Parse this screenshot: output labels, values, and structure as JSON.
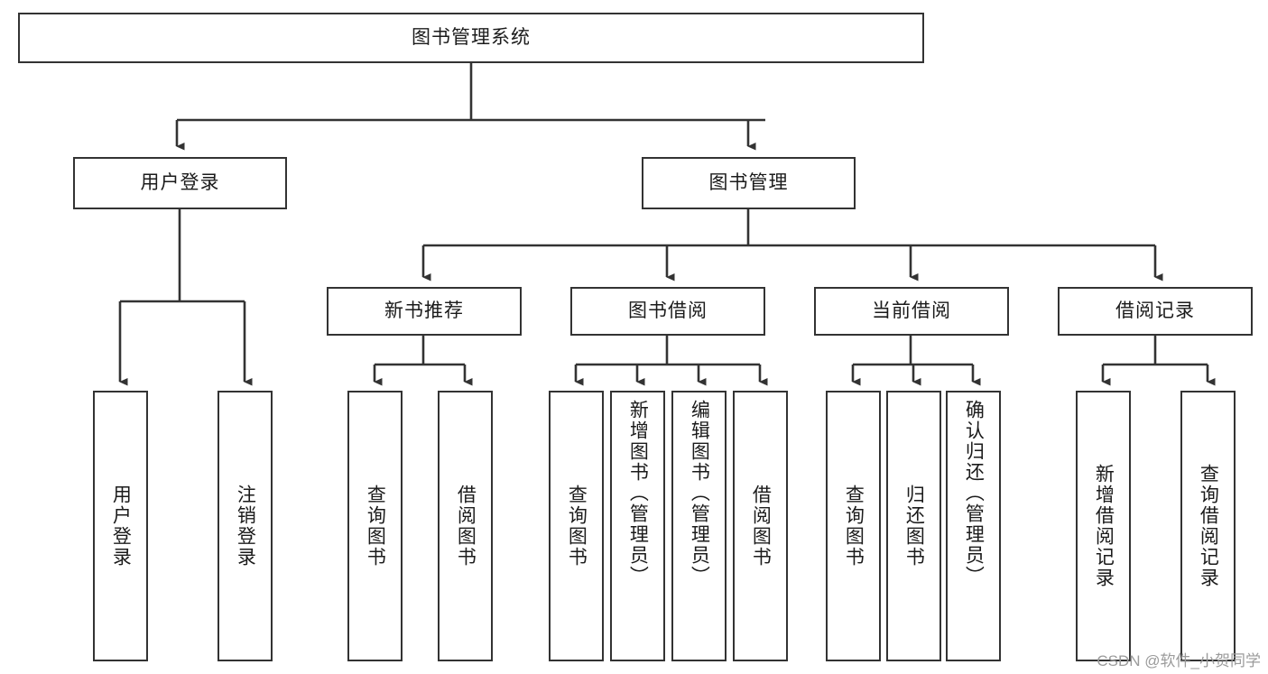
{
  "diagram": {
    "title": "图书管理系统",
    "type": "tree",
    "watermark": "CSDN @软件_小贺同学",
    "colors": {
      "box_border": "#333333",
      "box_fill": "#ffffff",
      "connector": "#333333",
      "text": "#1b1b1b",
      "watermark": "#9b9b9b",
      "background": "#ffffff"
    },
    "root": {
      "label": "图书管理系统"
    },
    "level1": [
      {
        "label": "用户登录"
      },
      {
        "label": "图书管理"
      }
    ],
    "level2": [
      {
        "label": "新书推荐"
      },
      {
        "label": "图书借阅"
      },
      {
        "label": "当前借阅"
      },
      {
        "label": "借阅记录"
      }
    ],
    "leaves": {
      "user_login": [
        {
          "label": "用户登录"
        },
        {
          "label": "注销登录"
        }
      ],
      "new_book_recommend": [
        {
          "label": "查询图书"
        },
        {
          "label": "借阅图书"
        }
      ],
      "book_borrow": [
        {
          "label": "查询图书"
        },
        {
          "label": "新增图书（管理员）"
        },
        {
          "label": "编辑图书（管理员）"
        },
        {
          "label": "借阅图书"
        }
      ],
      "current_borrow": [
        {
          "label": "查询图书"
        },
        {
          "label": "归还图书"
        },
        {
          "label": "确认归还（管理员）"
        }
      ],
      "borrow_records": [
        {
          "label": "新增借阅记录"
        },
        {
          "label": "查询借阅记录"
        }
      ]
    }
  }
}
